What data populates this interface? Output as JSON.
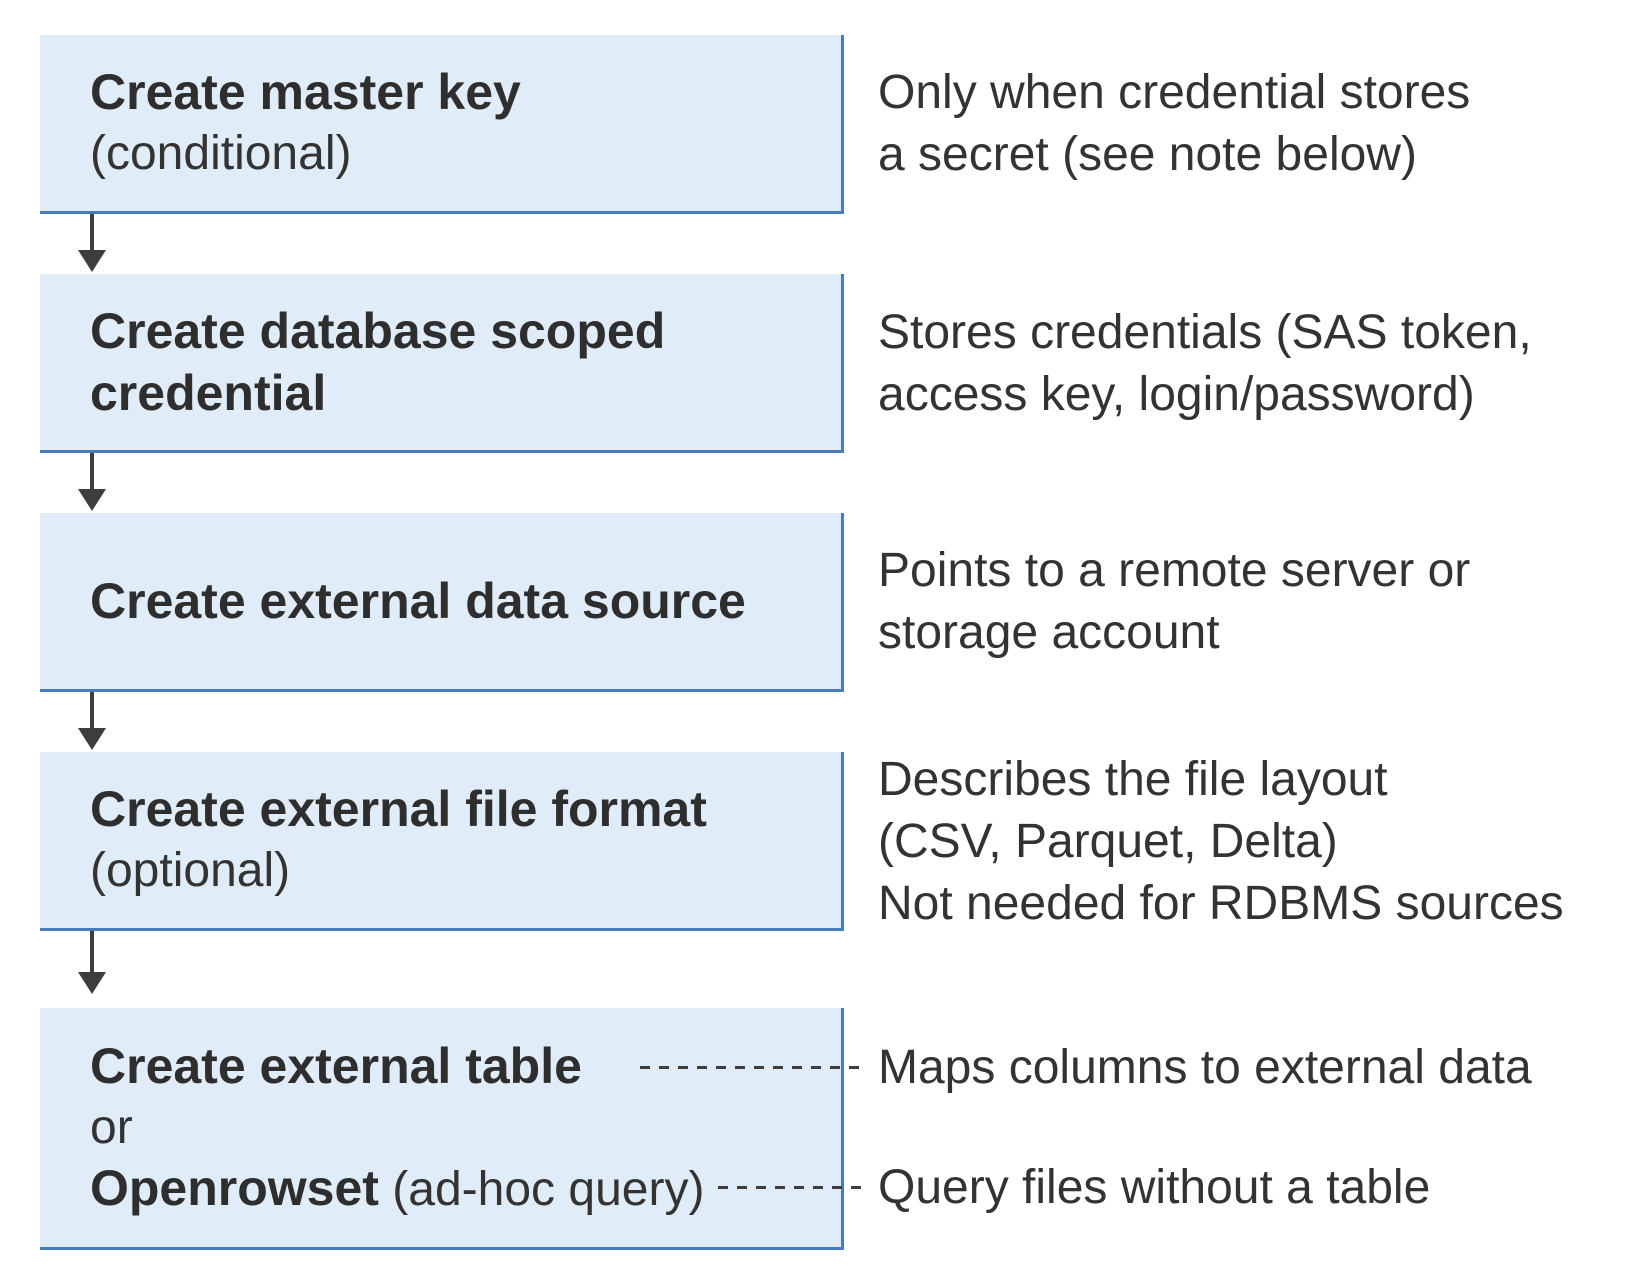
{
  "colors": {
    "box_fill": "#e1ecf9",
    "box_border": "#4a7cb8",
    "arrow_color": "#3d3d3d",
    "text_color": "#333333",
    "title_color": "#2e2e2e"
  },
  "steps": [
    {
      "title": "Create master key",
      "subtitle": "(conditional)",
      "note": "Only when credential stores\na secret (see note below)"
    },
    {
      "title": "Create database scoped\ncredential",
      "subtitle": "",
      "note": "Stores credentials (SAS token,\naccess key, login/password)"
    },
    {
      "title": "Create external data source",
      "subtitle": "",
      "note": "Points to a remote server or\nstorage account"
    },
    {
      "title": "Create external file format",
      "subtitle": "(optional)",
      "note": "Describes the file layout\n(CSV, Parquet, Delta)\nNot needed for RDBMS sources"
    }
  ],
  "final_step": {
    "line1_bold": "Create external table",
    "line2": "or",
    "line3_bold": "Openrowset",
    "line3_regular": " (ad-hoc query)",
    "note_table": "Maps columns to external data",
    "note_openrowset": "Query files without a table"
  }
}
